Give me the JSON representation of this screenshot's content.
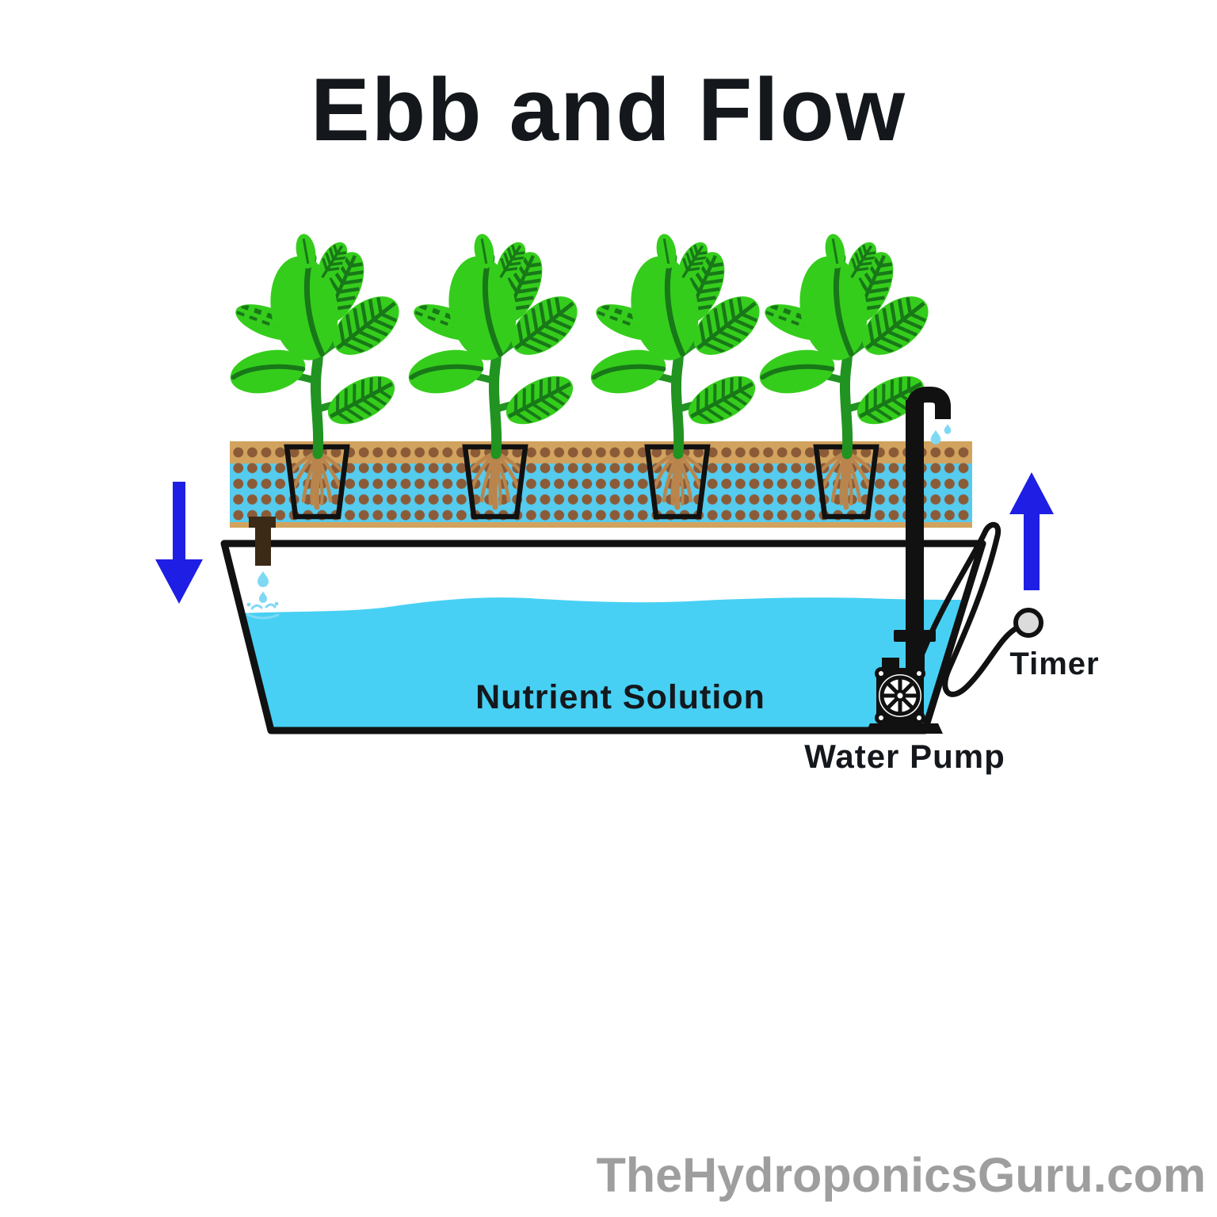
{
  "title": "Ebb and Flow",
  "watermark": "TheHydroponicsGuru.com",
  "diagram": {
    "type": "hydroponics ebb and flow system schematic",
    "labels": {
      "nutrient_solution": "Nutrient Solution",
      "water_pump": "Water Pump",
      "timer": "Timer"
    },
    "plant_count": 4,
    "net_pot_count": 4,
    "icons": [
      {
        "name": "down-arrow-icon",
        "shape": "solid blue arrow pointing down (drain / ebb)"
      },
      {
        "name": "up-arrow-icon",
        "shape": "solid blue arrow pointing up (flood / flow)"
      },
      {
        "name": "plant-icon",
        "shape": "green leafy plant with striped leaves"
      },
      {
        "name": "net-pot-icon",
        "shape": "black trapezoid pot with tan roots"
      },
      {
        "name": "faucet-icon",
        "shape": "black elbow pipe dripping into grow tray"
      },
      {
        "name": "drain-pipe-icon",
        "shape": "dark brown overflow pipe dripping into reservoir"
      },
      {
        "name": "water-drop-icon",
        "shape": "light blue teardrop"
      },
      {
        "name": "water-pump-icon",
        "shape": "black submersible pump silhouette with impeller wheel"
      },
      {
        "name": "timer-icon",
        "shape": "gray circle on looping black power cord"
      }
    ],
    "colors": {
      "water": "#47D0F4",
      "tray_blue": "#55CBEE",
      "media_tan": "#D2A35E",
      "pebble_brown": "#8B5B38",
      "root_tan": "#B9854C",
      "leaf_green": "#35CD1C",
      "stem_green": "#219321",
      "vein_dark_green": "#187818",
      "arrow_blue": "#1E1EE4",
      "pipe_brown": "#3B2A16",
      "outline_black": "#111111",
      "drop_blue": "#7FD9F4",
      "timer_gray": "#DCDCDC",
      "watermark_gray": "#9E9E9E",
      "text_black": "#14181C"
    }
  }
}
